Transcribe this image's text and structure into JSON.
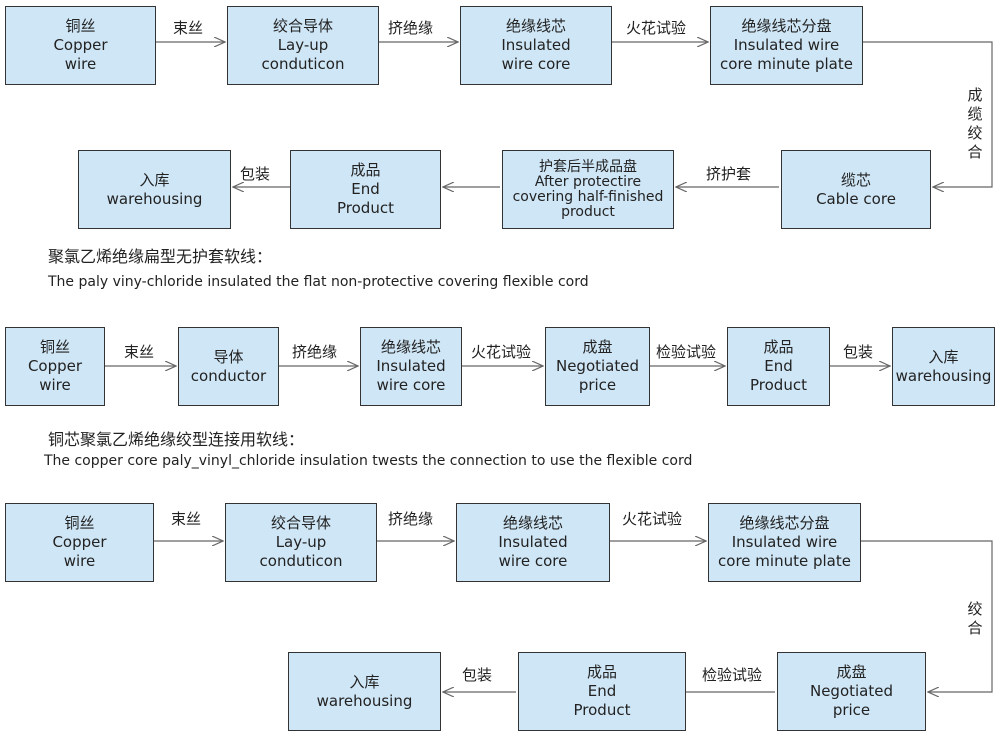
{
  "flow1": {
    "copper": {
      "cn": "铜丝",
      "en1": "Copper",
      "en2": "wire"
    },
    "layup": {
      "cn": "绞合导体",
      "en1": "Lay-up",
      "en2": "conduticon"
    },
    "insulated": {
      "cn": "绝缘线芯",
      "en1": "Insulated",
      "en2": "wire core"
    },
    "minute": {
      "cn": "绝缘线芯分盘",
      "en1": "Insulated wire",
      "en2": "core minute plate"
    },
    "cable": {
      "cn": "缆芯",
      "en1": "Cable core"
    },
    "half": {
      "cn": "护套后半成品盘",
      "en1": "After protectire",
      "en2": "covering half-finished",
      "en3": "product"
    },
    "end": {
      "cn": "成品",
      "en1": "End",
      "en2": "Product"
    },
    "warehouse": {
      "cn": "入库",
      "en1": "warehousing"
    },
    "labels": {
      "shusi": "束丝",
      "jijueyuan": "挤绝缘",
      "huohua": "火花试验",
      "chenglan": [
        "成",
        "缆",
        "绞",
        "合"
      ],
      "jihutao": "挤护套",
      "baozhuang": "包装"
    }
  },
  "caption1": {
    "cn": "聚氯乙烯绝缘扁型无护套软线：",
    "en": "The paly viny-chloride insulated the flat non-protective covering flexible cord"
  },
  "flow2": {
    "copper": {
      "cn": "铜丝",
      "en1": "Copper",
      "en2": "wire"
    },
    "conductor": {
      "cn": "导体",
      "en1": "conductor"
    },
    "insulated": {
      "cn": "绝缘线芯",
      "en1": "Insulated",
      "en2": "wire core"
    },
    "negotiated": {
      "cn": "成盘",
      "en1": "Negotiated",
      "en2": "price"
    },
    "end": {
      "cn": "成品",
      "en1": "End",
      "en2": "Product"
    },
    "warehouse": {
      "cn": "入库",
      "en1": "warehousing"
    },
    "labels": {
      "shusi": "束丝",
      "jijueyuan": "挤绝缘",
      "huohua": "火花试验",
      "jianyan": "检验试验",
      "baozhuang": "包装"
    }
  },
  "caption2": {
    "cn": "铜芯聚氯乙烯绝缘绞型连接用软线：",
    "en": "The copper core paly_vinyl_chloride  insulation twests the connection to use the flexible cord"
  },
  "flow3": {
    "copper": {
      "cn": "铜丝",
      "en1": "Copper",
      "en2": "wire"
    },
    "layup": {
      "cn": "绞合导体",
      "en1": "Lay-up",
      "en2": "conduticon"
    },
    "insulated": {
      "cn": "绝缘线芯",
      "en1": "Insulated",
      "en2": "wire core"
    },
    "minute": {
      "cn": "绝缘线芯分盘",
      "en1": "Insulated wire",
      "en2": "core minute plate"
    },
    "negotiated": {
      "cn": "成盘",
      "en1": "Negotiated",
      "en2": "price"
    },
    "end": {
      "cn": "成品",
      "en1": "End",
      "en2": "Product"
    },
    "warehouse": {
      "cn": "入库",
      "en1": "warehousing"
    },
    "labels": {
      "shusi": "束丝",
      "jijueyuan": "挤绝缘",
      "huohua": "火花试验",
      "jiaohe": [
        "绞",
        "合"
      ],
      "jianyan": "检验试验",
      "baozhuang": "包装"
    }
  },
  "colors": {
    "box_fill": "#cfe6f6",
    "box_border": "#333333",
    "arrow": "#666666"
  }
}
